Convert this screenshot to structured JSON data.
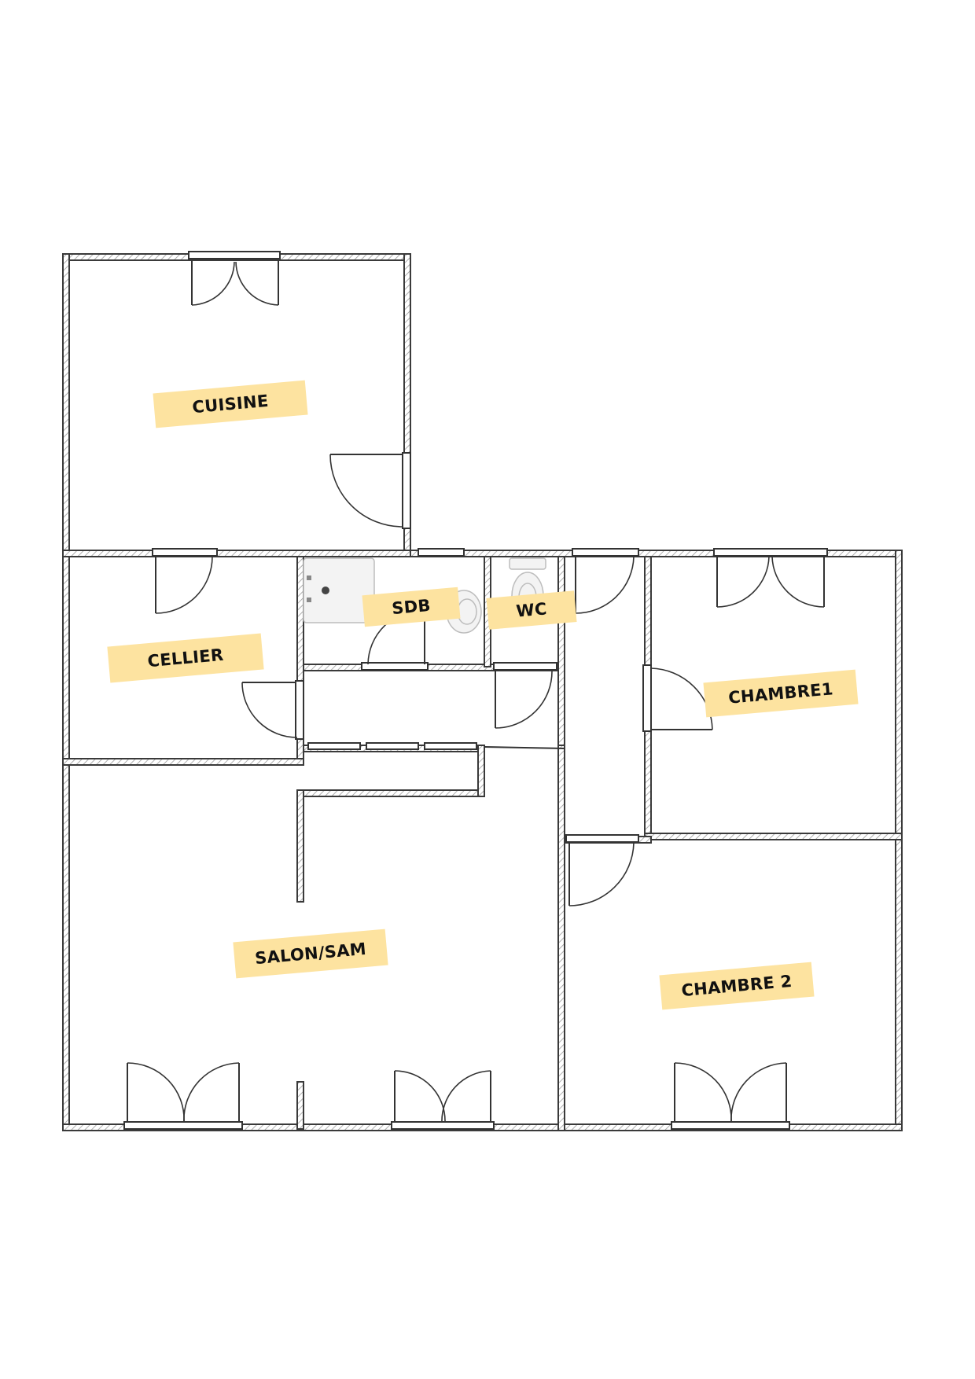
{
  "plan": {
    "rooms": [
      {
        "id": "cuisine",
        "label": "CUISINE"
      },
      {
        "id": "cellier",
        "label": "CELLIER"
      },
      {
        "id": "sdb",
        "label": "SDB"
      },
      {
        "id": "wc",
        "label": "WC"
      },
      {
        "id": "chambre1",
        "label": "CHAMBRE1"
      },
      {
        "id": "salon",
        "label": "SALON/SAM"
      },
      {
        "id": "chambre2",
        "label": "CHAMBRE 2"
      }
    ],
    "colors": {
      "label_background": "#fde3a0",
      "wall_stroke": "#333333",
      "background": "#ffffff"
    }
  }
}
